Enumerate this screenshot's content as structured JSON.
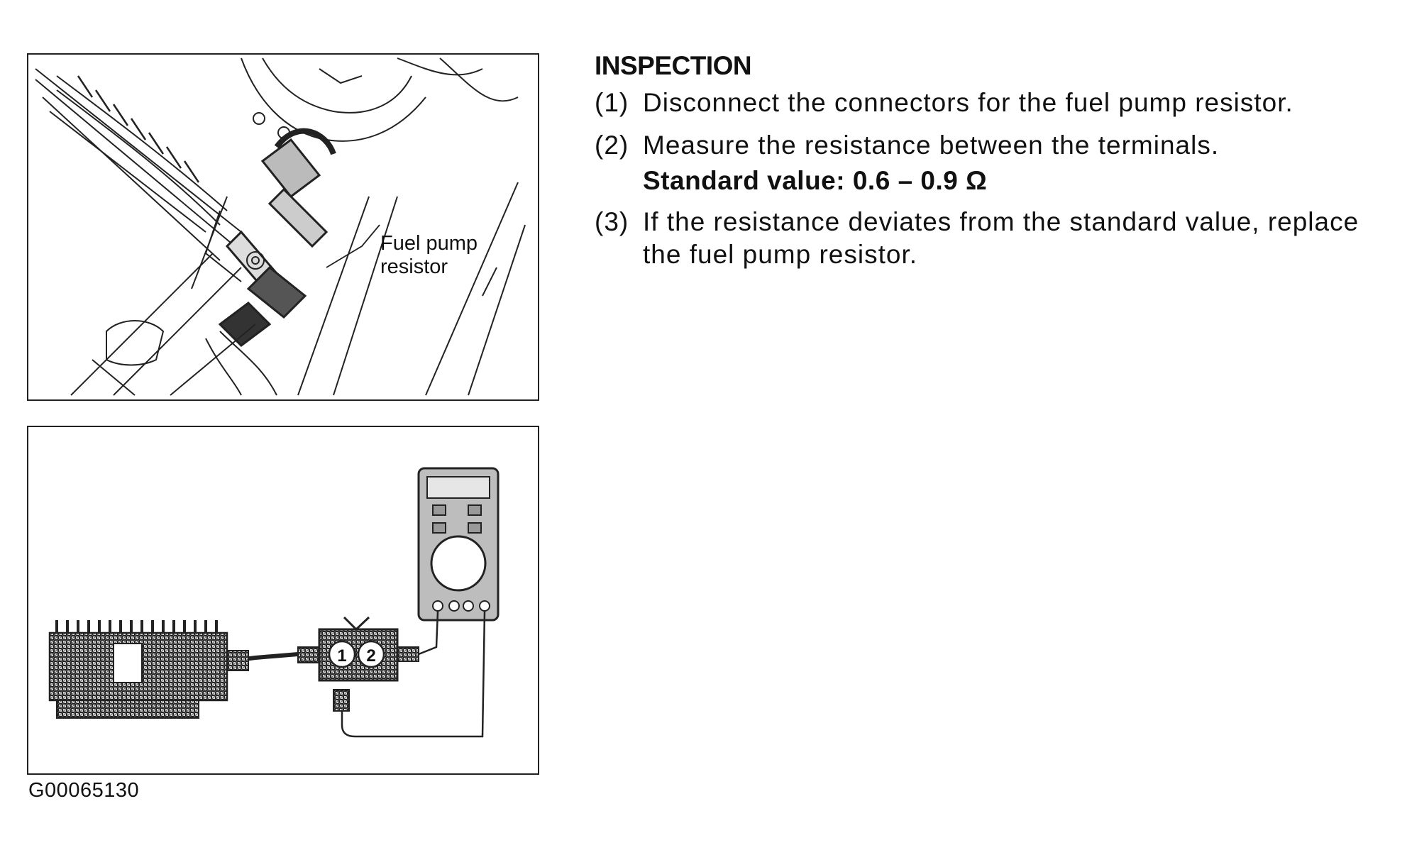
{
  "figure_top": {
    "callout_line1": "Fuel pump",
    "callout_line2": "resistor"
  },
  "figure_bottom": {
    "terminal_1": "1",
    "terminal_2": "2"
  },
  "figure_code": "G00065130",
  "inspection": {
    "heading": "INSPECTION",
    "steps": [
      {
        "num": "(1)",
        "text": "Disconnect the connectors for the fuel pump resistor."
      },
      {
        "num": "(2)",
        "text": "Measure the resistance between the terminals."
      },
      {
        "num": "(3)",
        "text": "If the resistance deviates from the standard value, replace the fuel pump resistor."
      }
    ],
    "standard_value": "Standard value: 0.6 – 0.9 Ω"
  }
}
